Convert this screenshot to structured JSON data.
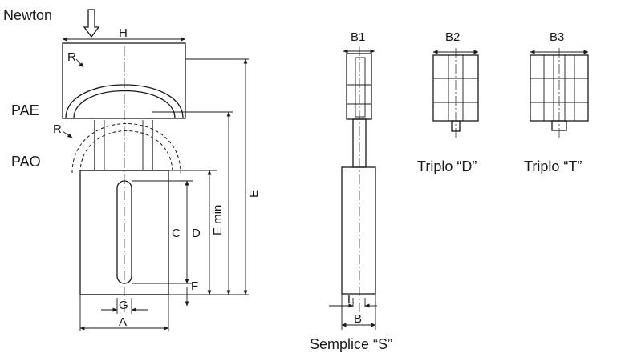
{
  "labels": {
    "newton": "Newton",
    "pae": "PAE",
    "pao": "PAO",
    "h": "H",
    "r_top": "R",
    "r_side": "R",
    "e": "E",
    "e_min": "E min",
    "c": "C",
    "d": "D",
    "f": "F",
    "g": "G",
    "a": "A",
    "b1": "B1",
    "b2": "B2",
    "b3": "B3",
    "l": "L",
    "b": "B",
    "triplo_d": "Triplo “D”",
    "triplo_t": "Triplo “T”",
    "semplice_s": "Semplice “S”"
  },
  "colors": {
    "ink": "#1a1a1a",
    "background": "#ffffff"
  }
}
